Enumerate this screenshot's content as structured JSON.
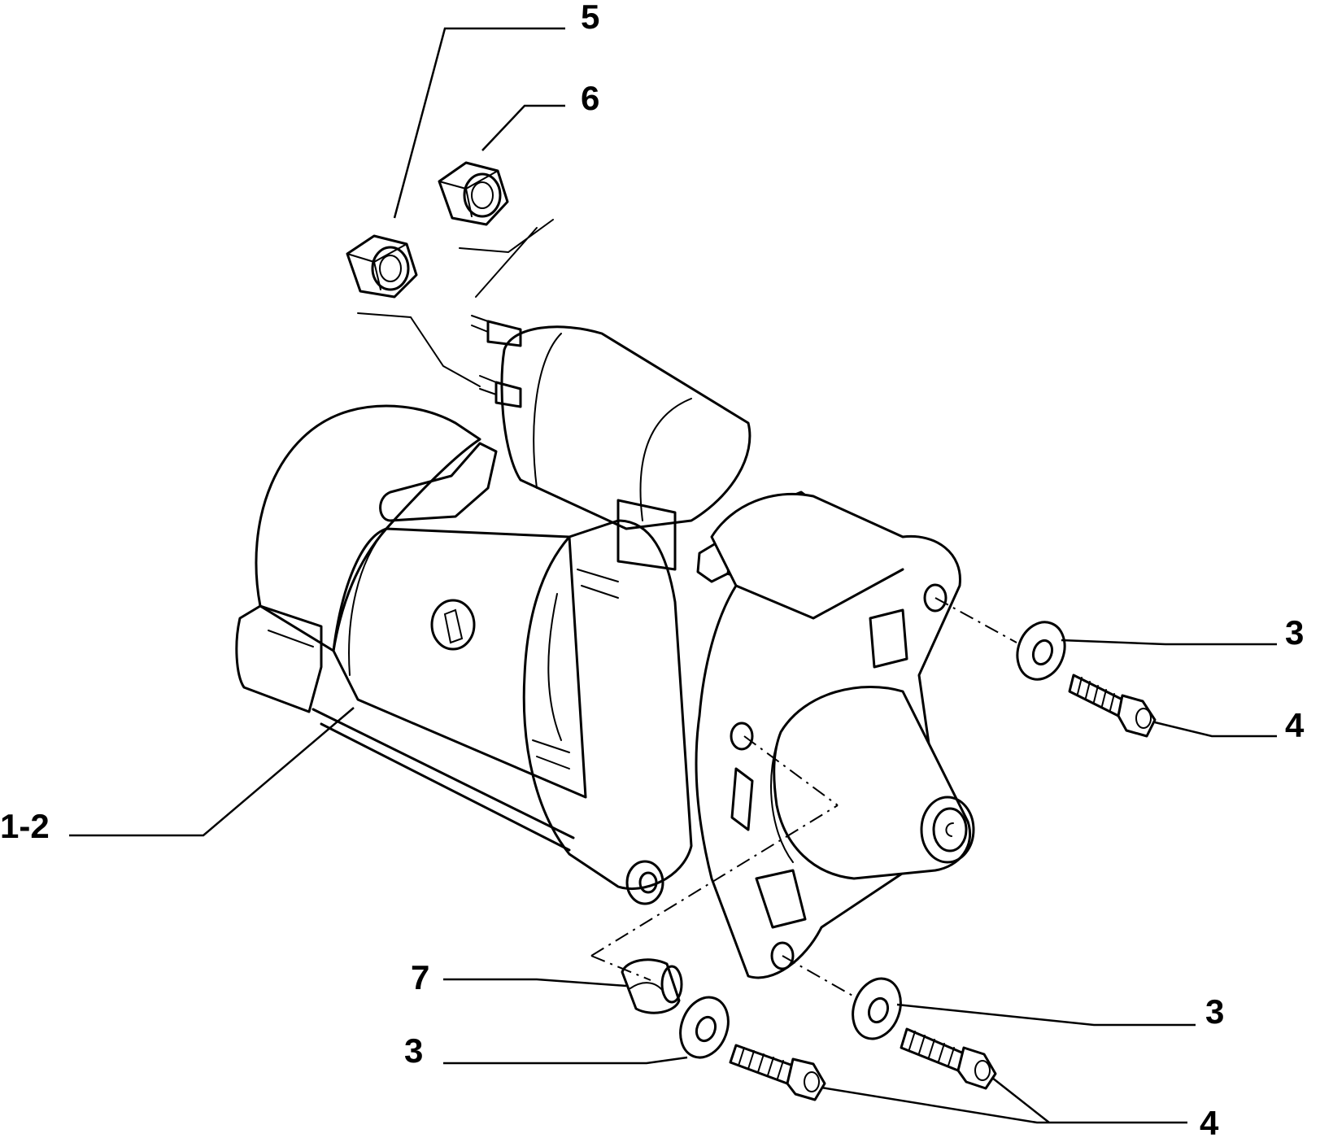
{
  "diagram": {
    "callouts": {
      "c5": "5",
      "c6": "6",
      "c12": "1-2",
      "c3_right": "3",
      "c4_right": "4",
      "c7": "7",
      "c3_bottom_left": "3",
      "c3_bottom_right": "3",
      "c4_bottom": "4"
    }
  }
}
